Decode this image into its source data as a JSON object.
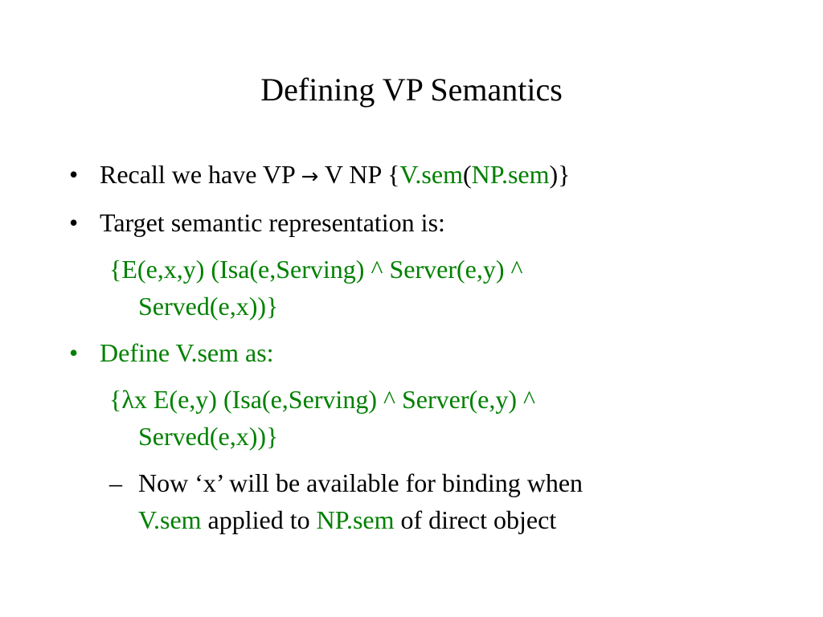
{
  "slide": {
    "title": "Defining VP Semantics",
    "bullet_char": "•",
    "dash_char": "–",
    "colors": {
      "text": "#000000",
      "highlight": "#008000",
      "background": "#ffffff"
    },
    "items": [
      {
        "prefix": "Recall we have VP ",
        "arrow": "→",
        "middle": " V NP {",
        "vsem": "V.sem",
        "open": "(",
        "npsem": "NP.sem",
        "close": ")}"
      },
      {
        "text": "Target semantic representation is:"
      },
      {
        "line1": "{E(e,x,y) (Isa(e,Serving) ^ Server(e,y) ^",
        "line2": "Served(e,x))}"
      },
      {
        "text": "Define V.sem as:"
      },
      {
        "brace": "{",
        "lambda": "λ",
        "rest": "x  E(e,y) (Isa(e,Serving) ^ Server(e,y) ^",
        "line2": "Served(e,x))}"
      },
      {
        "line1": "Now ‘x’ will be available for binding when",
        "vsem": "V.sem",
        "mid": " applied to ",
        "npsem": "NP.sem",
        "end": " of direct object"
      }
    ]
  }
}
